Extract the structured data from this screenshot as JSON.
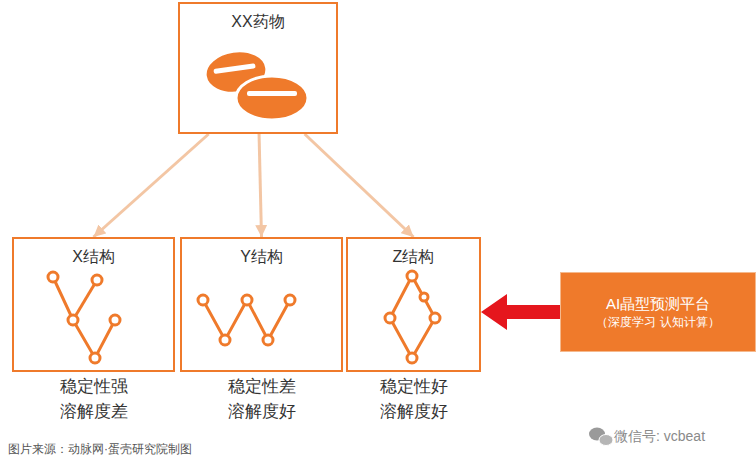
{
  "diagram": {
    "nodes": [
      {
        "text": [
          "XX药物"
        ]
      },
      {
        "text": [
          "X结构",
          "稳定性强 溶解度差"
        ]
      },
      {
        "text": [
          "Y结构",
          "稳定性差 溶解度好"
        ]
      },
      {
        "text": [
          "Z结构",
          "稳定性好 溶解度好"
        ]
      },
      {
        "text": [
          "AI晶型预测平台",
          "（深度学习 认知计算）"
        ]
      }
    ],
    "edges": [
      {
        "from": 0,
        "to": 1,
        "arrow": "to"
      },
      {
        "from": 0,
        "to": 2,
        "arrow": "to"
      },
      {
        "from": 0,
        "to": 3,
        "arrow": "to"
      },
      {
        "from": 4,
        "to": 3,
        "arrow": "to"
      }
    ],
    "labels": [
      "图片来源：动脉网·蛋壳研究院制图",
      "微信号: vcbeat"
    ]
  }
}
